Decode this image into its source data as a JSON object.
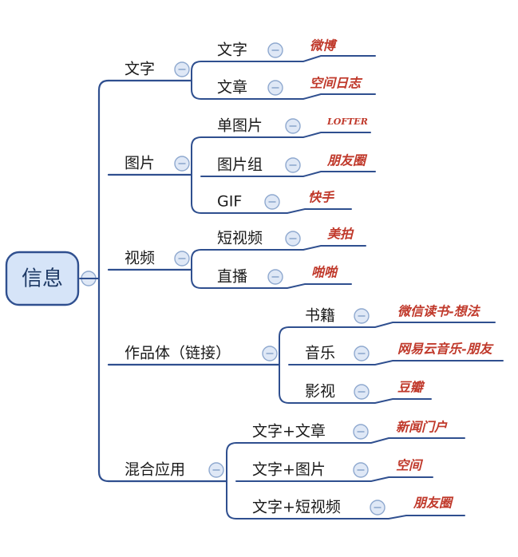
{
  "colors": {
    "line": "#2f4f8f",
    "label_red": "#c0392b",
    "root_fill": "#d6e4f8",
    "root_stroke": "#2f4f8f",
    "collapse_fill": "#dfe8f6",
    "collapse_stroke": "#8fa9cf",
    "text": "#1a1a1a"
  },
  "map": {
    "root": {
      "label": "信息"
    },
    "branches": [
      {
        "label": "文字",
        "icon": "collapse-icon",
        "children": [
          {
            "label": "文字",
            "note": "微博"
          },
          {
            "label": "文章",
            "note": "空间日志"
          }
        ]
      },
      {
        "label": "图片",
        "icon": "collapse-icon",
        "children": [
          {
            "label": "单图片",
            "note": "LOFTER"
          },
          {
            "label": "图片组",
            "note": "朋友圈"
          },
          {
            "label": "GIF",
            "note": "快手"
          }
        ]
      },
      {
        "label": "视频",
        "icon": "collapse-icon",
        "children": [
          {
            "label": "短视频",
            "note": "美拍"
          },
          {
            "label": "直播",
            "note": "啪啪"
          }
        ]
      },
      {
        "label": "作品体（链接）",
        "icon": "collapse-icon",
        "children": [
          {
            "label": "书籍",
            "note": "微信读书-想法"
          },
          {
            "label": "音乐",
            "note": "网易云音乐-朋友"
          },
          {
            "label": "影视",
            "note": "豆瓣"
          }
        ]
      },
      {
        "label": "混合应用",
        "icon": "collapse-icon",
        "children": [
          {
            "label": "文字+文章",
            "note": "新闻门户"
          },
          {
            "label": "文字+图片",
            "note": "空间"
          },
          {
            "label": "文字+短视频",
            "note": "朋友圈"
          }
        ]
      }
    ]
  }
}
